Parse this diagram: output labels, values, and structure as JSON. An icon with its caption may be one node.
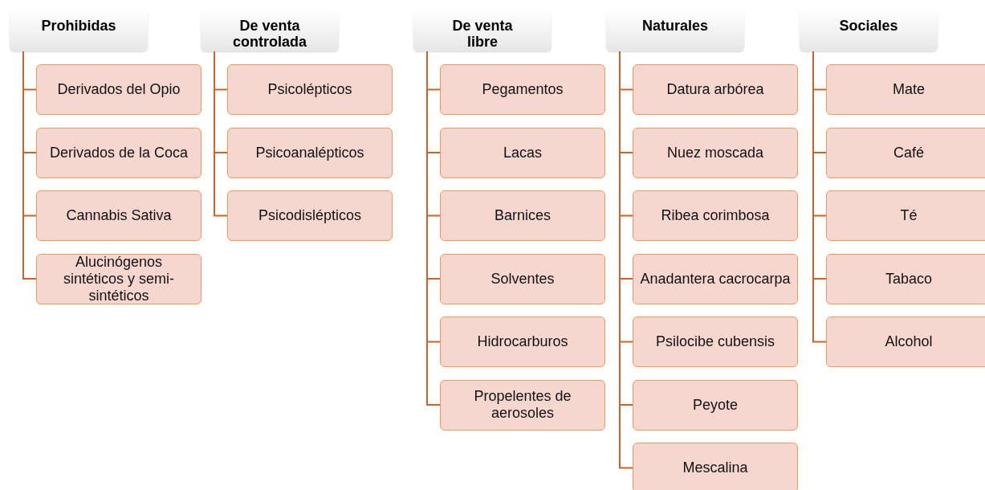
{
  "diagram": {
    "nodes": [
      {
        "text": [
          "Prohibidas"
        ]
      },
      {
        "text": [
          "Derivados del Opio"
        ]
      },
      {
        "text": [
          "Derivados de la Coca"
        ]
      },
      {
        "text": [
          "Cannabis Sativa"
        ]
      },
      {
        "text": [
          "Alucinógenos sintéticos y semi-sintéticos"
        ]
      },
      {
        "text": [
          "De venta controlada"
        ]
      },
      {
        "text": [
          "Psicolépticos"
        ]
      },
      {
        "text": [
          "Psicoanalépticos"
        ]
      },
      {
        "text": [
          "Psicodislépticos"
        ]
      },
      {
        "text": [
          "De venta libre"
        ]
      },
      {
        "text": [
          "Pegamentos"
        ]
      },
      {
        "text": [
          "Lacas"
        ]
      },
      {
        "text": [
          "Barnices"
        ]
      },
      {
        "text": [
          "Solventes"
        ]
      },
      {
        "text": [
          "Hidrocarburos"
        ]
      },
      {
        "text": [
          "Propelentes de aerosoles"
        ]
      },
      {
        "text": [
          "Naturales"
        ]
      },
      {
        "text": [
          "Datura arbórea"
        ]
      },
      {
        "text": [
          "Nuez moscada"
        ]
      },
      {
        "text": [
          "Ribea corimbosa"
        ]
      },
      {
        "text": [
          "Anadantera cacrocarpa"
        ]
      },
      {
        "text": [
          "Psilocibe cubensis"
        ]
      },
      {
        "text": [
          "Peyote"
        ]
      },
      {
        "text": [
          "Mescalina"
        ]
      },
      {
        "text": [
          "Sociales"
        ]
      },
      {
        "text": [
          "Mate"
        ]
      },
      {
        "text": [
          "Café"
        ]
      },
      {
        "text": [
          "Té"
        ]
      },
      {
        "text": [
          "Tabaco"
        ]
      },
      {
        "text": [
          "Alcohol"
        ]
      }
    ],
    "edges": [
      {
        "from": 0,
        "to": 1,
        "arrow": "none"
      },
      {
        "from": 0,
        "to": 2,
        "arrow": "none"
      },
      {
        "from": 0,
        "to": 3,
        "arrow": "none"
      },
      {
        "from": 0,
        "to": 4,
        "arrow": "none"
      },
      {
        "from": 5,
        "to": 6,
        "arrow": "none"
      },
      {
        "from": 5,
        "to": 7,
        "arrow": "none"
      },
      {
        "from": 5,
        "to": 8,
        "arrow": "none"
      },
      {
        "from": 9,
        "to": 10,
        "arrow": "none"
      },
      {
        "from": 9,
        "to": 11,
        "arrow": "none"
      },
      {
        "from": 9,
        "to": 12,
        "arrow": "none"
      },
      {
        "from": 9,
        "to": 13,
        "arrow": "none"
      },
      {
        "from": 9,
        "to": 14,
        "arrow": "none"
      },
      {
        "from": 9,
        "to": 15,
        "arrow": "none"
      },
      {
        "from": 16,
        "to": 17,
        "arrow": "none"
      },
      {
        "from": 16,
        "to": 18,
        "arrow": "none"
      },
      {
        "from": 16,
        "to": 19,
        "arrow": "none"
      },
      {
        "from": 16,
        "to": 20,
        "arrow": "none"
      },
      {
        "from": 16,
        "to": 21,
        "arrow": "none"
      },
      {
        "from": 16,
        "to": 22,
        "arrow": "none"
      },
      {
        "from": 16,
        "to": 23,
        "arrow": "none"
      },
      {
        "from": 24,
        "to": 25,
        "arrow": "none"
      },
      {
        "from": 24,
        "to": 26,
        "arrow": "none"
      },
      {
        "from": 24,
        "to": 27,
        "arrow": "none"
      },
      {
        "from": 24,
        "to": 28,
        "arrow": "none"
      },
      {
        "from": 24,
        "to": 29,
        "arrow": "none"
      }
    ]
  }
}
